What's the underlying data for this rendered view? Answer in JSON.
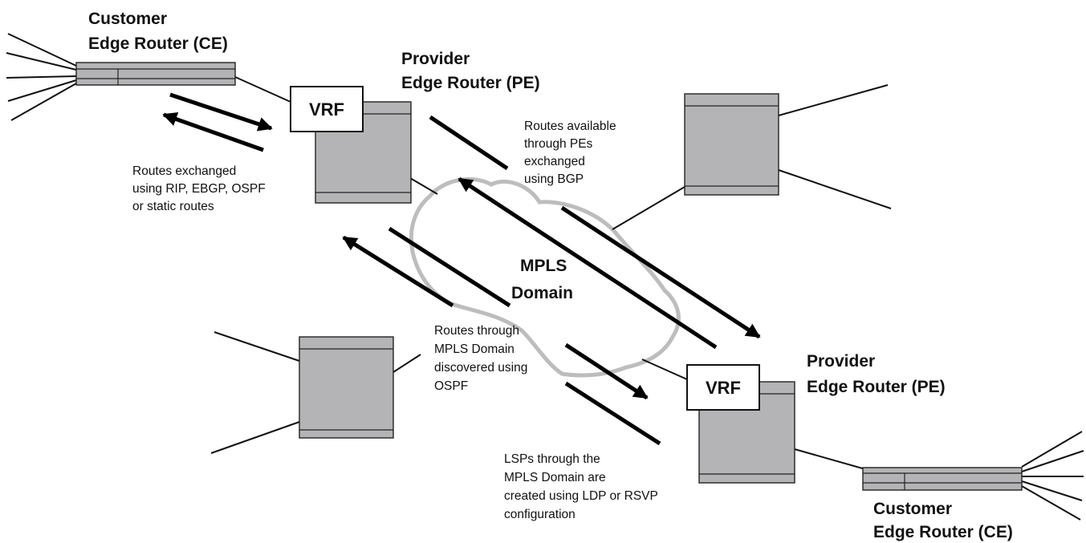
{
  "labels": {
    "ce_top_line1": "Customer",
    "ce_top_line2": "Edge Router (CE)",
    "pe_top_line1": "Provider",
    "pe_top_line2": "Edge Router (PE)",
    "pe_bottom_line1": "Provider",
    "pe_bottom_line2": "Edge Router (PE)",
    "ce_bottom_line1": "Customer",
    "ce_bottom_line2": "Edge Router (CE)",
    "vrf_top": "VRF",
    "vrf_bottom": "VRF",
    "mpls_line1": "MPLS",
    "mpls_line2": "Domain"
  },
  "notes": {
    "routes_exchanged": [
      "Routes exchanged",
      "using RIP, EBGP, OSPF",
      "or static routes"
    ],
    "routes_available": [
      "Routes available",
      "through PEs",
      "exchanged",
      "using BGP"
    ],
    "routes_through": [
      "Routes through",
      "MPLS Domain",
      "discovered using",
      "OSPF"
    ],
    "lsps": [
      "LSPs through the",
      "MPLS Domain are",
      "created using LDP or RSVP",
      "configuration"
    ]
  },
  "colors": {
    "router_fill": "#b4b4b6",
    "cloud_shadow": "#bdbdbd",
    "arrow": "#000000"
  }
}
